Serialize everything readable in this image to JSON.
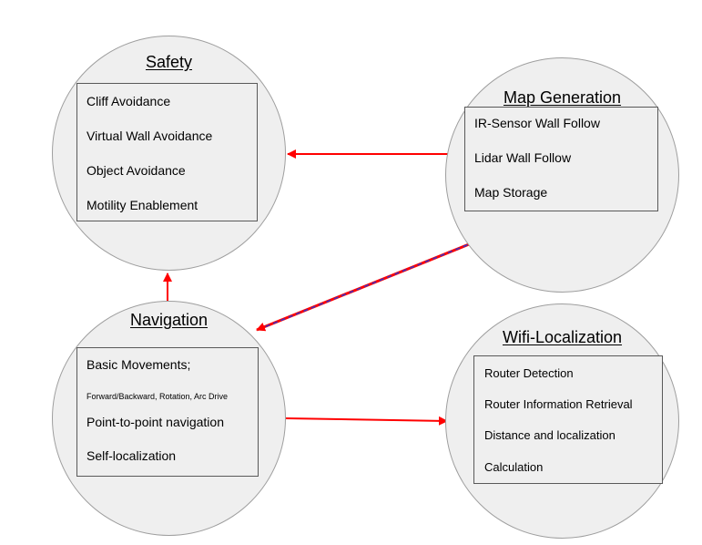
{
  "nodes": {
    "safety": {
      "title": "Safety",
      "items": [
        "Cliff Avoidance",
        "Virtual Wall Avoidance",
        "Object Avoidance",
        "Motility Enablement"
      ]
    },
    "map_generation": {
      "title": "Map Generation",
      "items": [
        "IR-Sensor Wall Follow",
        "Lidar Wall Follow",
        "Map Storage"
      ]
    },
    "navigation": {
      "title": "Navigation",
      "items": [
        "Basic Movements;",
        "Forward/Backward, Rotation, Arc Drive",
        "Point-to-point navigation",
        "Self-localization"
      ]
    },
    "wifi_localization": {
      "title": "Wifi-Localization",
      "items": [
        "Router Detection",
        "Router Information Retrieval",
        "Distance and localization",
        "Calculation"
      ]
    }
  },
  "edges": [
    {
      "from": "Map Generation",
      "to": "Safety",
      "color": "#ff0000"
    },
    {
      "from": "Map Generation",
      "to": "Navigation",
      "color": "#ff0000",
      "stripe_color": "#3333cc"
    },
    {
      "from": "Navigation",
      "to": "Safety",
      "color": "#ff0000"
    },
    {
      "from": "Navigation",
      "to": "Wifi-Localization",
      "color": "#ff0000"
    }
  ],
  "colors": {
    "circle_fill": "#efefef",
    "circle_stroke": "#9e9e9e",
    "box_stroke": "#595959",
    "arrow": "#ff0000",
    "arrow_stripe": "#3333cc"
  }
}
